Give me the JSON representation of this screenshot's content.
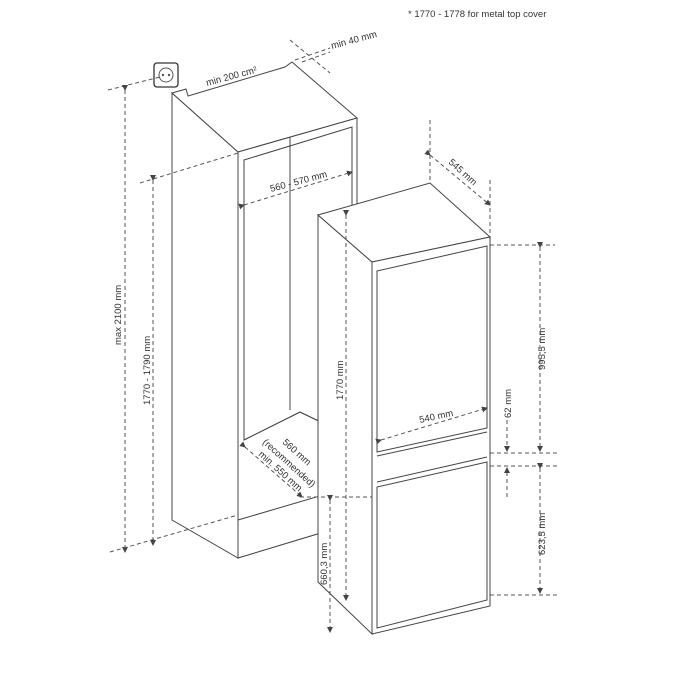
{
  "note": "* 1770 - 1778 for metal top cover",
  "dimensions": {
    "vent_area": "min 200 cm²",
    "rear_gap": "min 40 mm",
    "niche_width": "560 - 570 mm",
    "max_height": "max 2100 mm",
    "niche_height": "1770 - 1790 mm",
    "niche_depth_recommended": "560 mm",
    "niche_depth_recommended_note": "(recommended)",
    "niche_depth_min": "min. 550 mm",
    "appliance_depth": "545 mm",
    "appliance_height": "1770 mm",
    "appliance_width": "540 mm",
    "upper_door_height": "995,5 mm",
    "door_gap": "62 mm",
    "lower_door_height": "623,5 mm",
    "lower_door_top_height": "660,3 mm"
  }
}
